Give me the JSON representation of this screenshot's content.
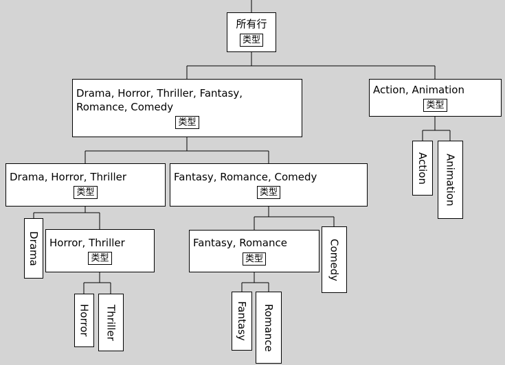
{
  "colors": {
    "background": "#d4d4d4",
    "node_fill": "#ffffff",
    "node_border": "#000000",
    "connector_line": "#000000"
  },
  "field_name": "类型",
  "nodes": {
    "root": {
      "label": "所有行",
      "badge": "类型"
    },
    "main_group": {
      "line1": "Drama, Horror, Thriller, Fantasy,",
      "line2": "Romance, Comedy",
      "badge": "类型"
    },
    "action_animation": {
      "label": "Action, Animation",
      "badge": "类型"
    },
    "action": {
      "label": "Action"
    },
    "animation": {
      "label": "Animation"
    },
    "drama_horror_thriller": {
      "label": "Drama, Horror, Thriller",
      "badge": "类型"
    },
    "fantasy_romance_comedy": {
      "label": "Fantasy, Romance, Comedy",
      "badge": "类型"
    },
    "drama": {
      "label": "Drama"
    },
    "horror_thriller": {
      "label": "Horror, Thriller",
      "badge": "类型"
    },
    "horror": {
      "label": "Horror"
    },
    "thriller": {
      "label": "Thriller"
    },
    "fantasy_romance": {
      "label": "Fantasy, Romance",
      "badge": "类型"
    },
    "comedy": {
      "label": "Comedy"
    },
    "fantasy": {
      "label": "Fantasy"
    },
    "romance": {
      "label": "Romance"
    }
  }
}
